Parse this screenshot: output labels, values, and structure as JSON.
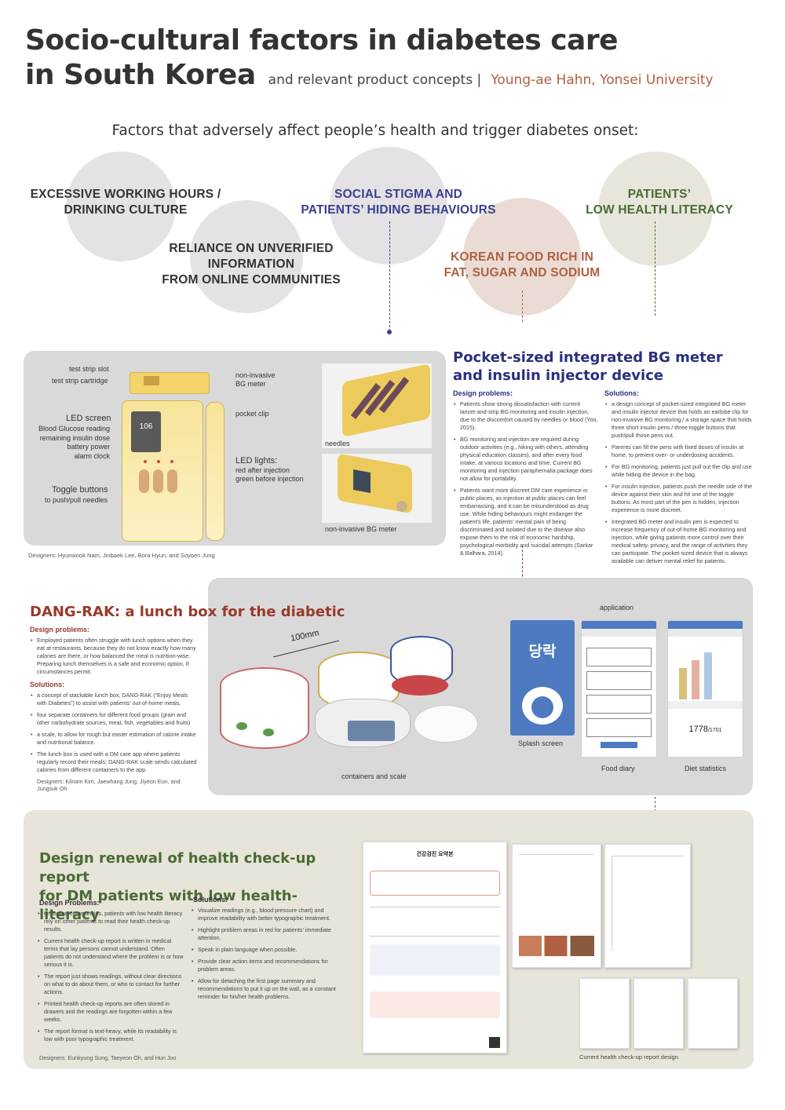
{
  "header": {
    "title_line1": "Socio-cultural factors in diabetes care",
    "title_line2": "in South Korea",
    "subtitle": "and relevant product concepts |",
    "author": "Young-ae Hahn, Yonsei University"
  },
  "factors": {
    "heading": "Factors that adversely affect people’s health and trigger diabetes onset:",
    "items": [
      {
        "text": "EXCESSIVE WORKING HOURS /\nDRINKING CULTURE",
        "color": "#333333"
      },
      {
        "text": "RELIANCE ON UNVERIFIED\nINFORMATION\nFROM ONLINE COMMUNITIES",
        "color": "#333333"
      },
      {
        "text": "SOCIAL STIGMA AND\nPATIENTS’ HIDING BEHAVIOURS",
        "color": "#3a3f8f"
      },
      {
        "text": "KOREAN FOOD RICH IN\nFAT, SUGAR AND SODIUM",
        "color": "#b0603f"
      },
      {
        "text": "PATIENTS’\nLOW HEALTH LITERACY",
        "color": "#4a6b33"
      }
    ]
  },
  "bg_meter": {
    "title": "Pocket-sized integrated BG meter\nand insulin injector device",
    "device_labels": {
      "test_strip_slot": "test strip slot",
      "test_strip_cartridge": "test strip cartridge",
      "led_screen": "LED screen",
      "led_screen_detail": "Blood Glucose reading\nremaining insulin dose\nbattery power\nalarm clock",
      "toggle_buttons": "Toggle buttons",
      "toggle_detail": "to push/pull needles",
      "non_invasive": "non-invasive\nBG meter",
      "pocket_clip": "pocket clip",
      "led_lights": "LED lights:",
      "led_lights_detail": "red after injection\ngreen before injection",
      "screen_value": "106",
      "needles": "needles",
      "non_invasive_photo": "non-invasive BG meter"
    },
    "designers": "Designers: Hyunwook Nam, Jinbaek Lee, Bora Hyun, and Soyoen Jung",
    "problems_heading": "Design problems:",
    "problems": [
      "Patients show strong dissatisfaction with current lancet-and-strip BG monitoring and insulin injection, due to the discomfort caused by needles or blood (Yoo, 2015).",
      "BG monitoring and injection are required during outdoor activities (e.g., hiking with others, attending physical education classes), and after every food intake, at various locations and time. Current BG monitoring and injection paraphernalia package does not allow for portability.",
      "Patients want more discreet DM care experience in public places, as injection at public places can feel embarrassing, and it can be misunderstood as drug use. While hiding behaviours might endanger the patient’s life, patients’ mental pain of being discriminated and isolated due to the disease also expose them to the risk of economic hardship, psychological morbidity and suicidal attempts (Sarkar & Balhara, 2014)."
    ],
    "solutions_heading": "Solutions:",
    "solutions": [
      "a design concept of pocket-sized integrated BG meter and insulin injector device that holds an earlobe clip for non-invasive BG monitoring / a storage space that holds three short insulin pens / three toggle buttons that push/pull those pens out.",
      "Parents can fill the pens with fixed doses of insulin at home, to prevent over- or underdosing accidents.",
      "For BG monitoring, patients just pull out the clip and use while hiding the device in the bag.",
      "For insulin injection, patients push the needle side of the device against their skin and hit one of the toggle buttons. As most part of the pen is hidden, injection experience is more discreet.",
      "Integrated BG meter and insulin pen is expected to increase frequency of out-of-home BG monitoring and injection, while giving patients more control over their medical safety, privacy, and the range of activities they can participate. The pocket-sized device that is always available can deliver mental relief for patients."
    ]
  },
  "dangrak": {
    "title": "DANG-RAK: a lunch box for the diabetic",
    "problems_heading": "Design problems:",
    "problems": [
      "Employed patients often struggle with lunch options when they eat at restaurants, because they do not know exactly how many calories are there, or how balanced the meal is nutrition-wise. Preparing lunch themselves is a safe and economic option, if circumstances permit."
    ],
    "solutions_heading": "Solutions:",
    "solutions": [
      "a concept of stackable lunch box, DANG-RAK (“Enjoy Meals with Diabetes”) to assist with patients’ out-of-home meals.",
      "four separate containers for different food groups (grain and other carbohydrate sources, meat, fish, vegetables and fruits)",
      "a scale, to allow for rough but easier estimation of calorie intake and nutritional balance.",
      "The lunch box is used with a DM care app where patients regularly record their meals; DANG-RAK scale sends calculated calories from different containers to the app."
    ],
    "designers": "Designers: Kilnam Kim, Jaewhang Jung, Jiyeon Eun, and Jungsuk Oh",
    "dimension": "100mm",
    "containers_label": "containers and scale",
    "application_label": "application",
    "app_logo": "당락",
    "screens": [
      "Splash screen",
      "Food diary",
      "Diet statistics"
    ],
    "stat_value": "1778",
    "stat_target": "/1701"
  },
  "checkup": {
    "title": "Design renewal of health check-up report\nfor DM patients with low health-literacy",
    "problems_heading": "Design Problems:",
    "problems": [
      "On online communities, patients with low health literacy rely on other patients to read their health check-up results.",
      "Current health check-up report is written in medical terms that lay persons cannot understand. Often patients do not understand where the problem is or how serious it is.",
      "The report just shows readings, without clear directions on what to do about them, or who to contact for further actions.",
      "Printed health check-up reports are often stored in drawers and the readings are forgotten within a few weeks.",
      "The report format is text-heavy, while its readability is low with poor typographic treatment."
    ],
    "solutions_heading": "Solutions:",
    "solutions": [
      "Visualize readings (e.g., blood pressure chart) and improve readability with better typographic treatment.",
      "Highlight problem areas in red for patients’ immediate attention.",
      "Speak in plain language when possible.",
      "Provide clear action items and recommendations for problem areas.",
      "Allow for detaching the first page summary and recommendations to put it up on the wall, as a constant reminder for his/her health problems."
    ],
    "designers": "Designers: Eunkyung Sung, Taeyeon Oh, and Hun Joo",
    "report_title": "건강검진 요약본",
    "current_label": "Current health check-up report design"
  },
  "colors": {
    "circle_gray": "#e4e2e4",
    "circle_brown": "#eadcd4",
    "circle_olive": "#e8e6dc",
    "blue": "#3a3f8f",
    "red": "#9a3a2a",
    "green": "#4a6b33",
    "panel_gray": "#d9d9d9",
    "panel_beige": "#e7e4da",
    "device_yellow": "#f3d36a"
  }
}
